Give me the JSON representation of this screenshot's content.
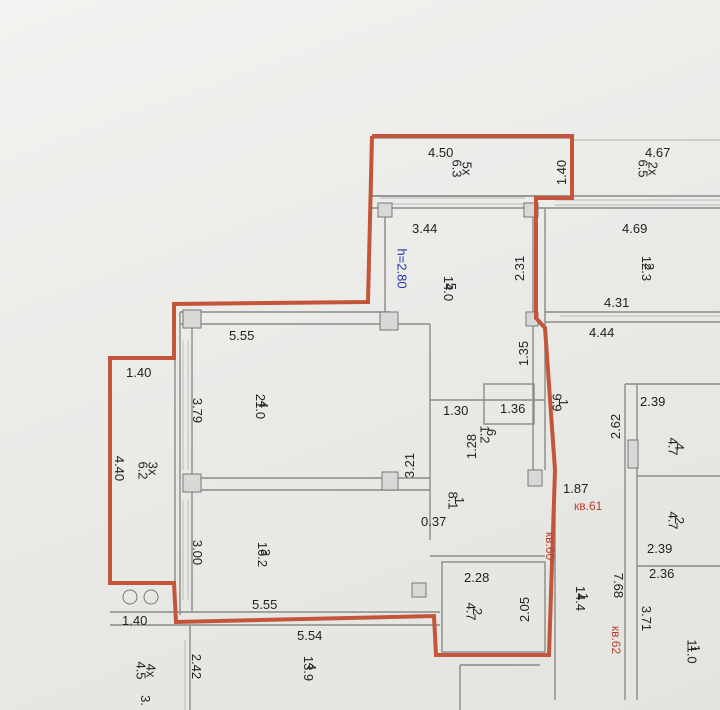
{
  "outline_color": "#c4553a",
  "dimension_labels": [
    {
      "id": "d1",
      "text": "4.50"
    },
    {
      "id": "d2",
      "text": "1.40"
    },
    {
      "id": "d3",
      "text": "4.67"
    },
    {
      "id": "d4",
      "text": "3.44"
    },
    {
      "id": "d5",
      "text": "4.69"
    },
    {
      "id": "d6",
      "text": "2.31"
    },
    {
      "id": "d7",
      "text": "4.31"
    },
    {
      "id": "d8",
      "text": "4.44"
    },
    {
      "id": "d9",
      "text": "5.55"
    },
    {
      "id": "d10",
      "text": "1.35"
    },
    {
      "id": "d11",
      "text": "1.40"
    },
    {
      "id": "d12",
      "text": "3.79"
    },
    {
      "id": "d13",
      "text": "1.30"
    },
    {
      "id": "d14",
      "text": "1.36"
    },
    {
      "id": "d15",
      "text": "2.39"
    },
    {
      "id": "d16",
      "text": "2.62"
    },
    {
      "id": "d17",
      "text": "1.28"
    },
    {
      "id": "d18",
      "text": "3.21"
    },
    {
      "id": "d19",
      "text": "4.40"
    },
    {
      "id": "d20",
      "text": "1.87"
    },
    {
      "id": "d21",
      "text": "0.37"
    },
    {
      "id": "d22",
      "text": "3.00"
    },
    {
      "id": "d23",
      "text": "2.39"
    },
    {
      "id": "d24",
      "text": "2.28"
    },
    {
      "id": "d25",
      "text": "2.36"
    },
    {
      "id": "d26",
      "text": "7.68"
    },
    {
      "id": "d27",
      "text": "2.05"
    },
    {
      "id": "d28",
      "text": "5.55"
    },
    {
      "id": "d29",
      "text": "3.71"
    },
    {
      "id": "d30",
      "text": "1.40"
    },
    {
      "id": "d31",
      "text": "5.54"
    },
    {
      "id": "d32",
      "text": "2.42"
    },
    {
      "id": "d33",
      "text": "3."
    }
  ],
  "ceiling_height": "h=2.80",
  "rooms": [
    {
      "id": "r_5x",
      "number": "5x",
      "area": "6.3"
    },
    {
      "id": "r_2x",
      "number": "2x",
      "area": "6.5"
    },
    {
      "id": "r_5",
      "number": "5",
      "area": "14.0"
    },
    {
      "id": "r_2",
      "number": "2",
      "area": "12.3"
    },
    {
      "id": "r_4",
      "number": "4",
      "area": "21.0"
    },
    {
      "id": "r_1_top",
      "number": "1",
      "area": "9.9"
    },
    {
      "id": "r_6",
      "number": "6",
      "area": "1.2"
    },
    {
      "id": "r_3x",
      "number": "3x",
      "area": "6.2"
    },
    {
      "id": "r_4b",
      "number": "4",
      "area": "4.7"
    },
    {
      "id": "r_1_hall",
      "number": "1",
      "area": "8.1"
    },
    {
      "id": "r_2b",
      "number": "2",
      "area": "4.7"
    },
    {
      "id": "r_3",
      "number": "3",
      "area": "16.2"
    },
    {
      "id": "r_2c",
      "number": "2",
      "area": "4.7"
    },
    {
      "id": "r_1_corr",
      "number": "1",
      "area": "14.4"
    },
    {
      "id": "r_1_right",
      "number": "1",
      "area": "11.0"
    },
    {
      "id": "r_4x",
      "number": "4x",
      "area": "4.5"
    },
    {
      "id": "r_4c",
      "number": "4",
      "area": "13.9"
    }
  ],
  "apartment_labels": [
    {
      "id": "a61",
      "text": "кв.61"
    },
    {
      "id": "a60",
      "text": "кв.60"
    },
    {
      "id": "a62",
      "text": "кв.62"
    }
  ]
}
